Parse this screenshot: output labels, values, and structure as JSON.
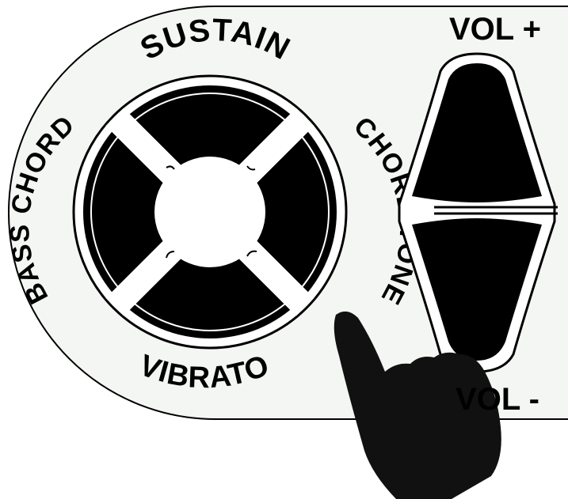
{
  "labels": {
    "sustain": "SUSTAIN",
    "vibrato": "VIBRATO",
    "bass_chord": "BASS CHORD",
    "chord_tone": "CHORD TONE",
    "vol_plus": "VOL +",
    "vol_minus": "VOL -"
  },
  "icons": {
    "pointer": "pointing-hand-icon"
  },
  "colors": {
    "panel": "#f4f6f3",
    "button": "#000000",
    "ring": "#ffffff",
    "outline": "#000000"
  }
}
